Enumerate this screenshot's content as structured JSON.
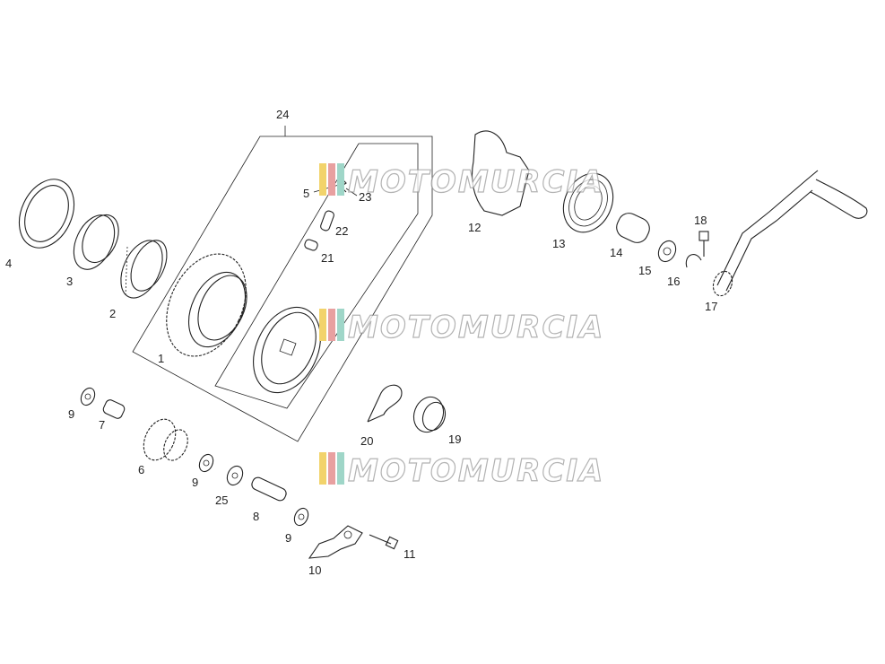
{
  "diagram": {
    "callouts": [
      {
        "id": "1",
        "text": "1"
      },
      {
        "id": "2",
        "text": "2"
      },
      {
        "id": "3",
        "text": "3"
      },
      {
        "id": "4",
        "text": "4"
      },
      {
        "id": "5",
        "text": "5"
      },
      {
        "id": "6",
        "text": "6"
      },
      {
        "id": "7",
        "text": "7"
      },
      {
        "id": "8",
        "text": "8"
      },
      {
        "id": "9a",
        "text": "9"
      },
      {
        "id": "9b",
        "text": "9"
      },
      {
        "id": "9c",
        "text": "9"
      },
      {
        "id": "10",
        "text": "10"
      },
      {
        "id": "11",
        "text": "11"
      },
      {
        "id": "12",
        "text": "12"
      },
      {
        "id": "13",
        "text": "13"
      },
      {
        "id": "14",
        "text": "14"
      },
      {
        "id": "15",
        "text": "15"
      },
      {
        "id": "16",
        "text": "16"
      },
      {
        "id": "17",
        "text": "17"
      },
      {
        "id": "18",
        "text": "18"
      },
      {
        "id": "19",
        "text": "19"
      },
      {
        "id": "20",
        "text": "20"
      },
      {
        "id": "21",
        "text": "21"
      },
      {
        "id": "22",
        "text": "22"
      },
      {
        "id": "23",
        "text": "23"
      },
      {
        "id": "24",
        "text": "24"
      },
      {
        "id": "25",
        "text": "25"
      }
    ]
  },
  "watermarks": [
    "MOTOMURCIA",
    "MOTOMURCIA",
    "MOTOMURCIA"
  ],
  "colors": {
    "stripe1": "#f2d36b",
    "stripe2": "#e8a0a0",
    "stripe3": "#9fd6c8",
    "ink": "#222222"
  }
}
